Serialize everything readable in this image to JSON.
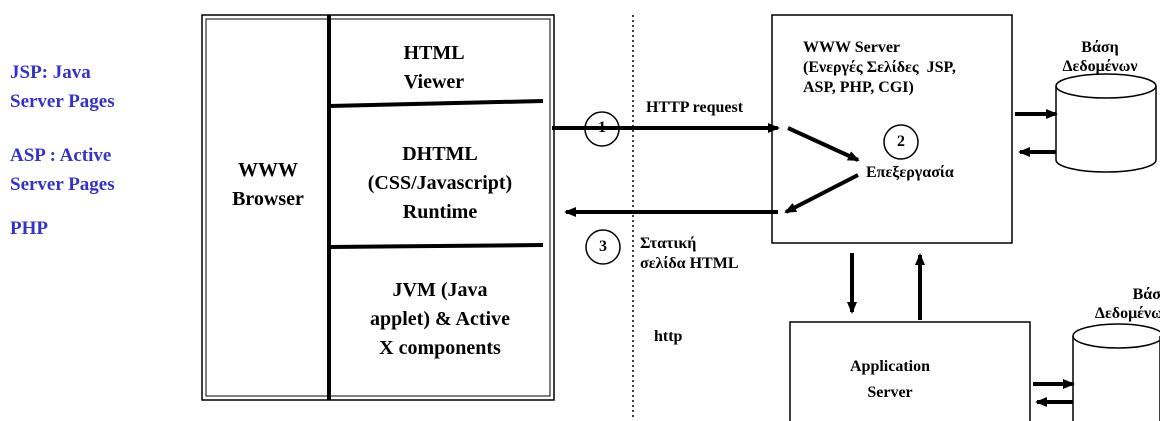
{
  "legend": [
    {
      "lines": [
        "JSP: Java",
        "Server Pages"
      ]
    },
    {
      "lines": [
        "ASP : Active",
        "Server Pages"
      ]
    },
    {
      "lines": [
        "PHP"
      ]
    }
  ],
  "browser": {
    "label": [
      "WWW",
      "Browser"
    ],
    "html_viewer": [
      "HTML",
      "Viewer"
    ],
    "dhtml": [
      "DHTML",
      "(CSS/Javascript)",
      "Runtime"
    ],
    "jvm": [
      "JVM (Java",
      "applet) & Active",
      "X components"
    ]
  },
  "flow": {
    "step1": "1",
    "request": "HTTP request",
    "step2": "2",
    "processing": "Επεξεργασία",
    "step3": "3",
    "response": [
      "Στατική",
      "σελίδα HTML"
    ],
    "protocol": "http"
  },
  "www_server": [
    "WWW Server",
    "(Ενεργές Σελίδες  JSP,",
    "ASP, PHP, CGI)"
  ],
  "database_top": [
    "Βάση",
    "Δεδομένων"
  ],
  "database_bottom": [
    "Βάση",
    "Δεδομένων"
  ],
  "app_server": [
    "Application",
    "Server"
  ]
}
